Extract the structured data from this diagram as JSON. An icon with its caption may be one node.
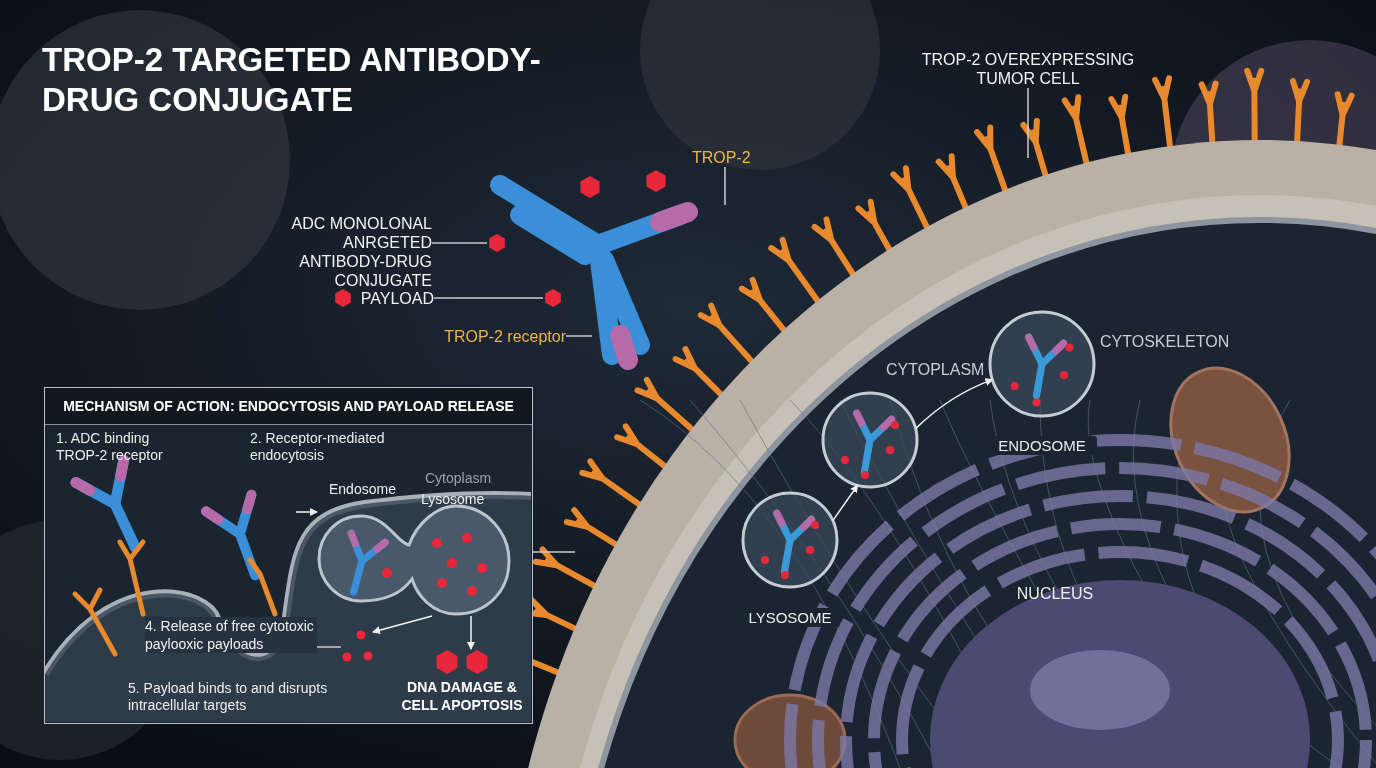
{
  "diagram": {
    "title": "TROP-2 TARGETED ANTIBODY-DRUG CONJUGATE",
    "nodes": [
      {
        "text": [
          "ADC MONOLONAL ANRGETED ANTIBODY-DRUG CONJUGATE"
        ]
      },
      {
        "text": [],
        "shape": "hexagon"
      },
      {
        "text": [
          "PAYLOAD"
        ]
      },
      {
        "text": [],
        "shape": "hexagon"
      },
      {
        "text": [
          "TROP-2 receptor"
        ]
      },
      {
        "text": [
          "TROP-2"
        ]
      },
      {
        "text": [
          "TROP-2 OVEREXPRESSING TUMOR CELL"
        ]
      },
      {
        "text": [
          "LYSOSOME"
        ]
      },
      {
        "text": [],
        "shape": "circle"
      },
      {
        "text": [
          "ENDOSOME"
        ]
      },
      {
        "text": [
          "MECHANISM OF ACTION: ENDOCYTOSIS AND PAYLOAD RELEASE"
        ]
      },
      {
        "text": [
          "Endosome",
          "Lysosome"
        ],
        "in": 10
      },
      {
        "text": [
          "DNA DAMAGE & CELL APOPTOSIS"
        ],
        "in": 10
      },
      {
        "text": [
          "4. Release of free cytotoxic paylooxic payloads"
        ],
        "in": 10
      },
      {
        "text": [],
        "shape": "dots",
        "in": 10
      }
    ],
    "edges": [
      {
        "from": 0,
        "to": 1,
        "arrow": "none"
      },
      {
        "from": 2,
        "to": 3,
        "arrow": "none"
      },
      {
        "from": 4,
        "to": null,
        "arrow": "none"
      },
      {
        "from": 5,
        "to": null,
        "arrow": "none"
      },
      {
        "from": 6,
        "to": null,
        "arrow": "none"
      },
      {
        "from": 7,
        "to": 8,
        "arrow": "to"
      },
      {
        "from": 8,
        "to": 9,
        "arrow": "to"
      },
      {
        "from": 10,
        "to": null,
        "arrow": "none"
      },
      {
        "from": null,
        "to": 11,
        "arrow": "to"
      },
      {
        "from": 11,
        "to": 12,
        "arrow": "to"
      },
      {
        "from": 11,
        "to": 14,
        "arrow": "to"
      },
      {
        "from": 13,
        "to": 14,
        "arrow": "none"
      }
    ],
    "labels": [
      "CYTOSKELETON",
      "CYTOPLASM",
      "1. ADC binding TROP-2 receptor",
      "2. Receptor-mediated endocytosis",
      "Cytoplasm",
      "NUCLEUS",
      "5. Payload binds to and disrupts intracellular targets"
    ]
  }
}
